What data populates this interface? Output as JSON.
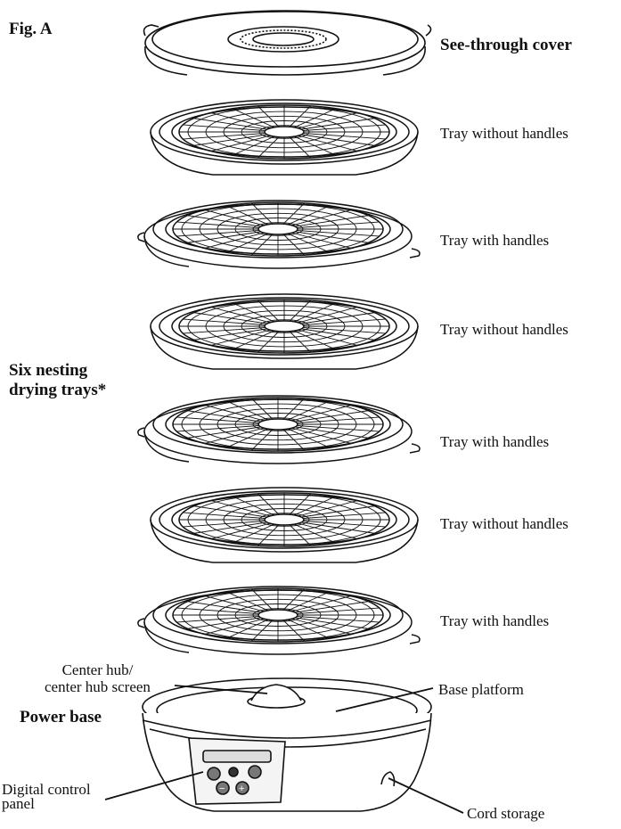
{
  "figure_label": "Fig. A",
  "cover_label": "See-through cover",
  "trays_group_label": "Six nesting\ndrying trays*",
  "trays": [
    {
      "label": "Tray without handles",
      "handles": false
    },
    {
      "label": "Tray with handles",
      "handles": true
    },
    {
      "label": "Tray without handles",
      "handles": false
    },
    {
      "label": "Tray with handles",
      "handles": true
    },
    {
      "label": "Tray without handles",
      "handles": false
    },
    {
      "label": "Tray with handles",
      "handles": true
    }
  ],
  "base_label": "Power base",
  "hub_label": "Center hub/\ncenter hub screen",
  "platform_label": "Base platform",
  "control_label": "Digital control\npanel",
  "cord_label": "Cord storage"
}
